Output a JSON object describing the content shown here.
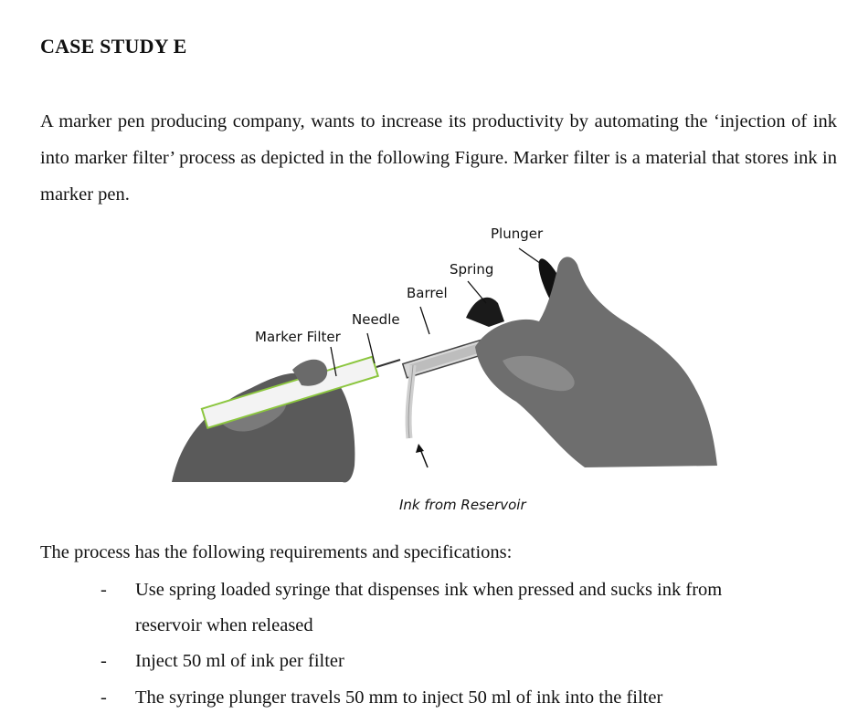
{
  "heading": "CASE STUDY E",
  "intro": "A marker pen producing company, wants to increase its productivity by automating the ‘injection of ink into marker filter’ process as depicted in the following Figure. Marker filter is a material that stores ink in marker pen.",
  "figure": {
    "labels": {
      "plunger": "Plunger",
      "spring": "Spring",
      "barrel": "Barrel",
      "needle": "Needle",
      "marker_filter": "Marker Filter",
      "ink_from_reservoir": "Ink from Reservoir"
    }
  },
  "requirements": {
    "intro": "The process has the following requirements and specifications:",
    "items": [
      {
        "bullet": "-",
        "line1": "Use spring loaded syringe that dispenses ink when pressed and sucks ink from",
        "line2": "reservoir when released"
      },
      {
        "bullet": "-",
        "line1": "Inject 50 ml of ink per filter"
      },
      {
        "bullet": "-",
        "line1": "The syringe plunger travels 50 mm to inject 50 ml of ink into the filter"
      }
    ]
  }
}
